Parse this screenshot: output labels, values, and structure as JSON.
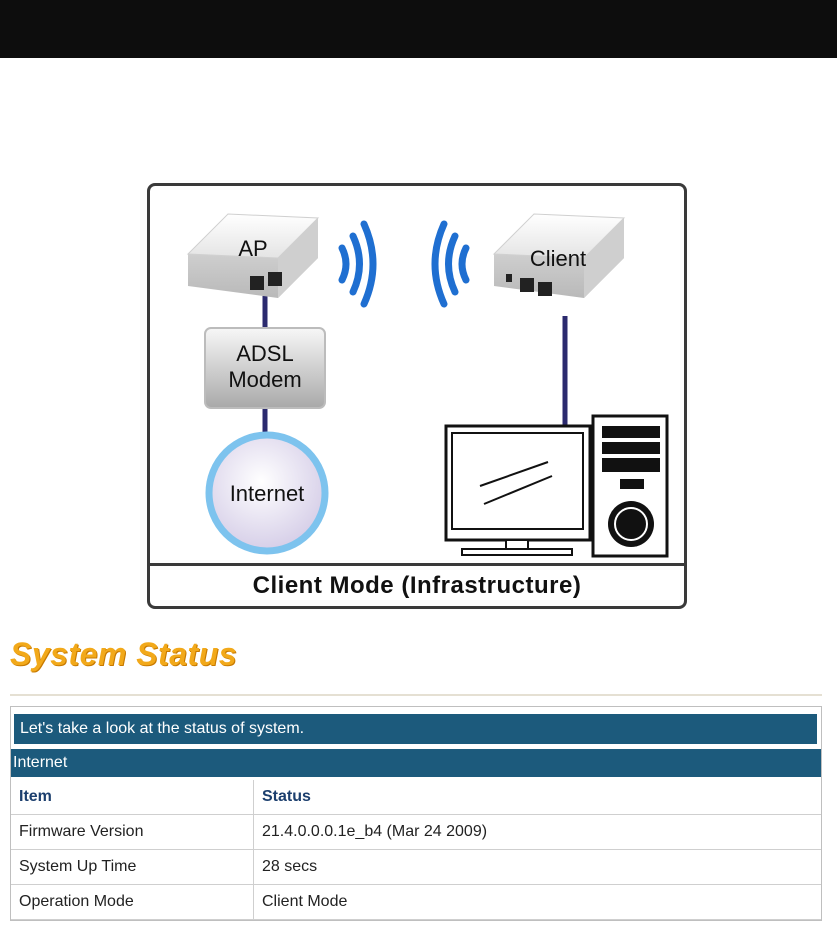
{
  "diagram": {
    "ap_label": "AP",
    "client_label": "Client",
    "modem_label_line1": "ADSL",
    "modem_label_line2": "Modem",
    "internet_label": "Internet",
    "caption": "Client Mode (Infrastructure)"
  },
  "status": {
    "title": "System Status",
    "intro": "Let's take a look at the status of system.",
    "section": "Internet",
    "headers": [
      "Item",
      "Status"
    ],
    "rows": [
      [
        "Firmware Version",
        "21.4.0.0.0.1e_b4 (Mar 24 2009)"
      ],
      [
        "System Up Time",
        "28 secs"
      ],
      [
        "Operation Mode",
        "Client Mode"
      ]
    ]
  },
  "colors": {
    "title_orange": "#f2a91a",
    "bar_blue": "#1c5a7c",
    "wifi_blue": "#1f6fd1",
    "link_navy": "#2b2a6e"
  }
}
